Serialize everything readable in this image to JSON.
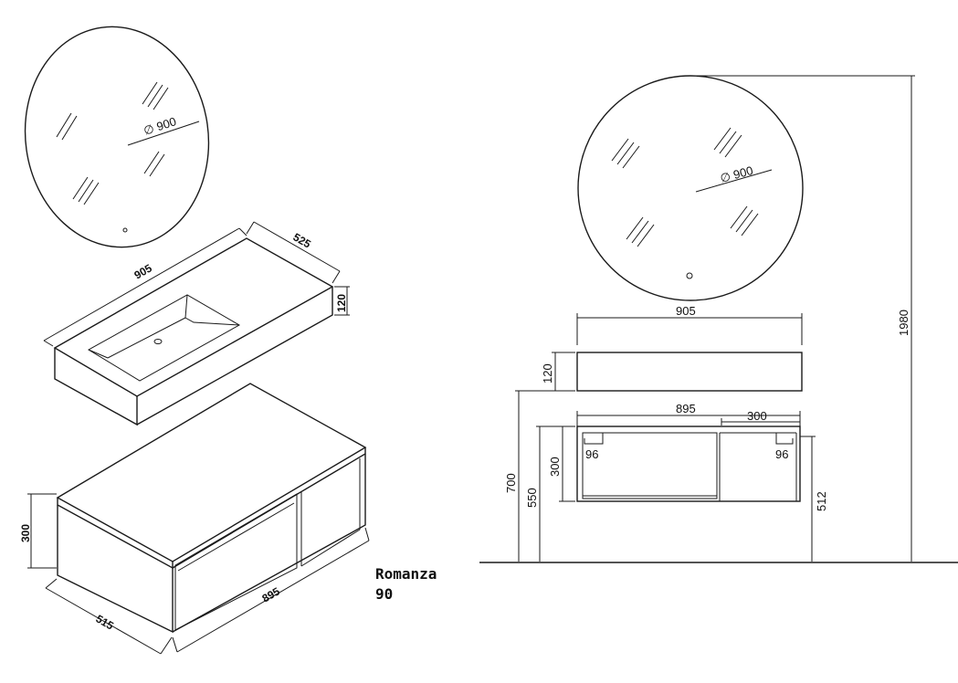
{
  "product": {
    "name": "Romanza",
    "size": "90"
  },
  "iso": {
    "mirror_diameter": "∅ 900",
    "basin_width": "905",
    "basin_depth": "525",
    "basin_height": "120",
    "cabinet_height": "300",
    "cabinet_depth": "515",
    "cabinet_width": "895"
  },
  "front": {
    "mirror_diameter": "∅ 900",
    "basin_width": "905",
    "basin_height": "120",
    "cabinet_width": "895",
    "shelf_width": "300",
    "inset_left": "96",
    "inset_right": "96",
    "height_700": "700",
    "height_550": "550",
    "cabinet_height": "300",
    "height_512": "512",
    "total_height": "1980"
  }
}
